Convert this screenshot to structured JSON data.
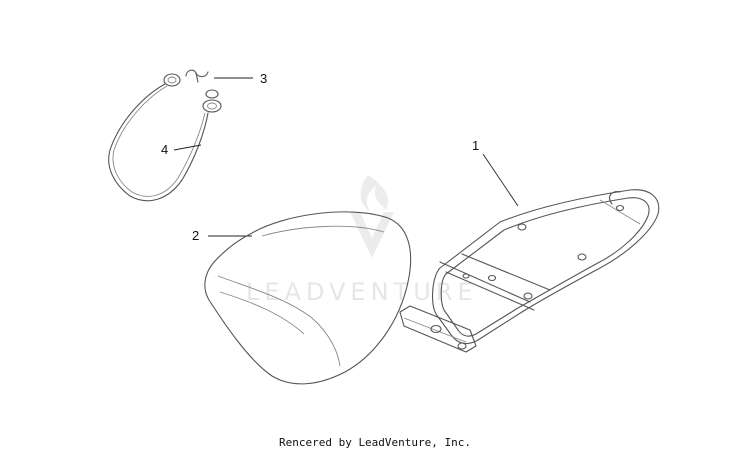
{
  "callouts": {
    "c1": "1",
    "c2": "2",
    "c3": "3",
    "c4": "4"
  },
  "parts": [
    {
      "number": "1",
      "icon": "seat-frame-bracket-icon"
    },
    {
      "number": "2",
      "icon": "seat-cushion-icon"
    },
    {
      "number": "3",
      "icon": "retaining-clip-icon"
    },
    {
      "number": "4",
      "icon": "safety-cable-icon"
    }
  ],
  "watermark": {
    "text": "LEADVENTURE",
    "color": "#e6e6e6"
  },
  "footer": {
    "text": "Rencered by LeadVenture, Inc."
  }
}
